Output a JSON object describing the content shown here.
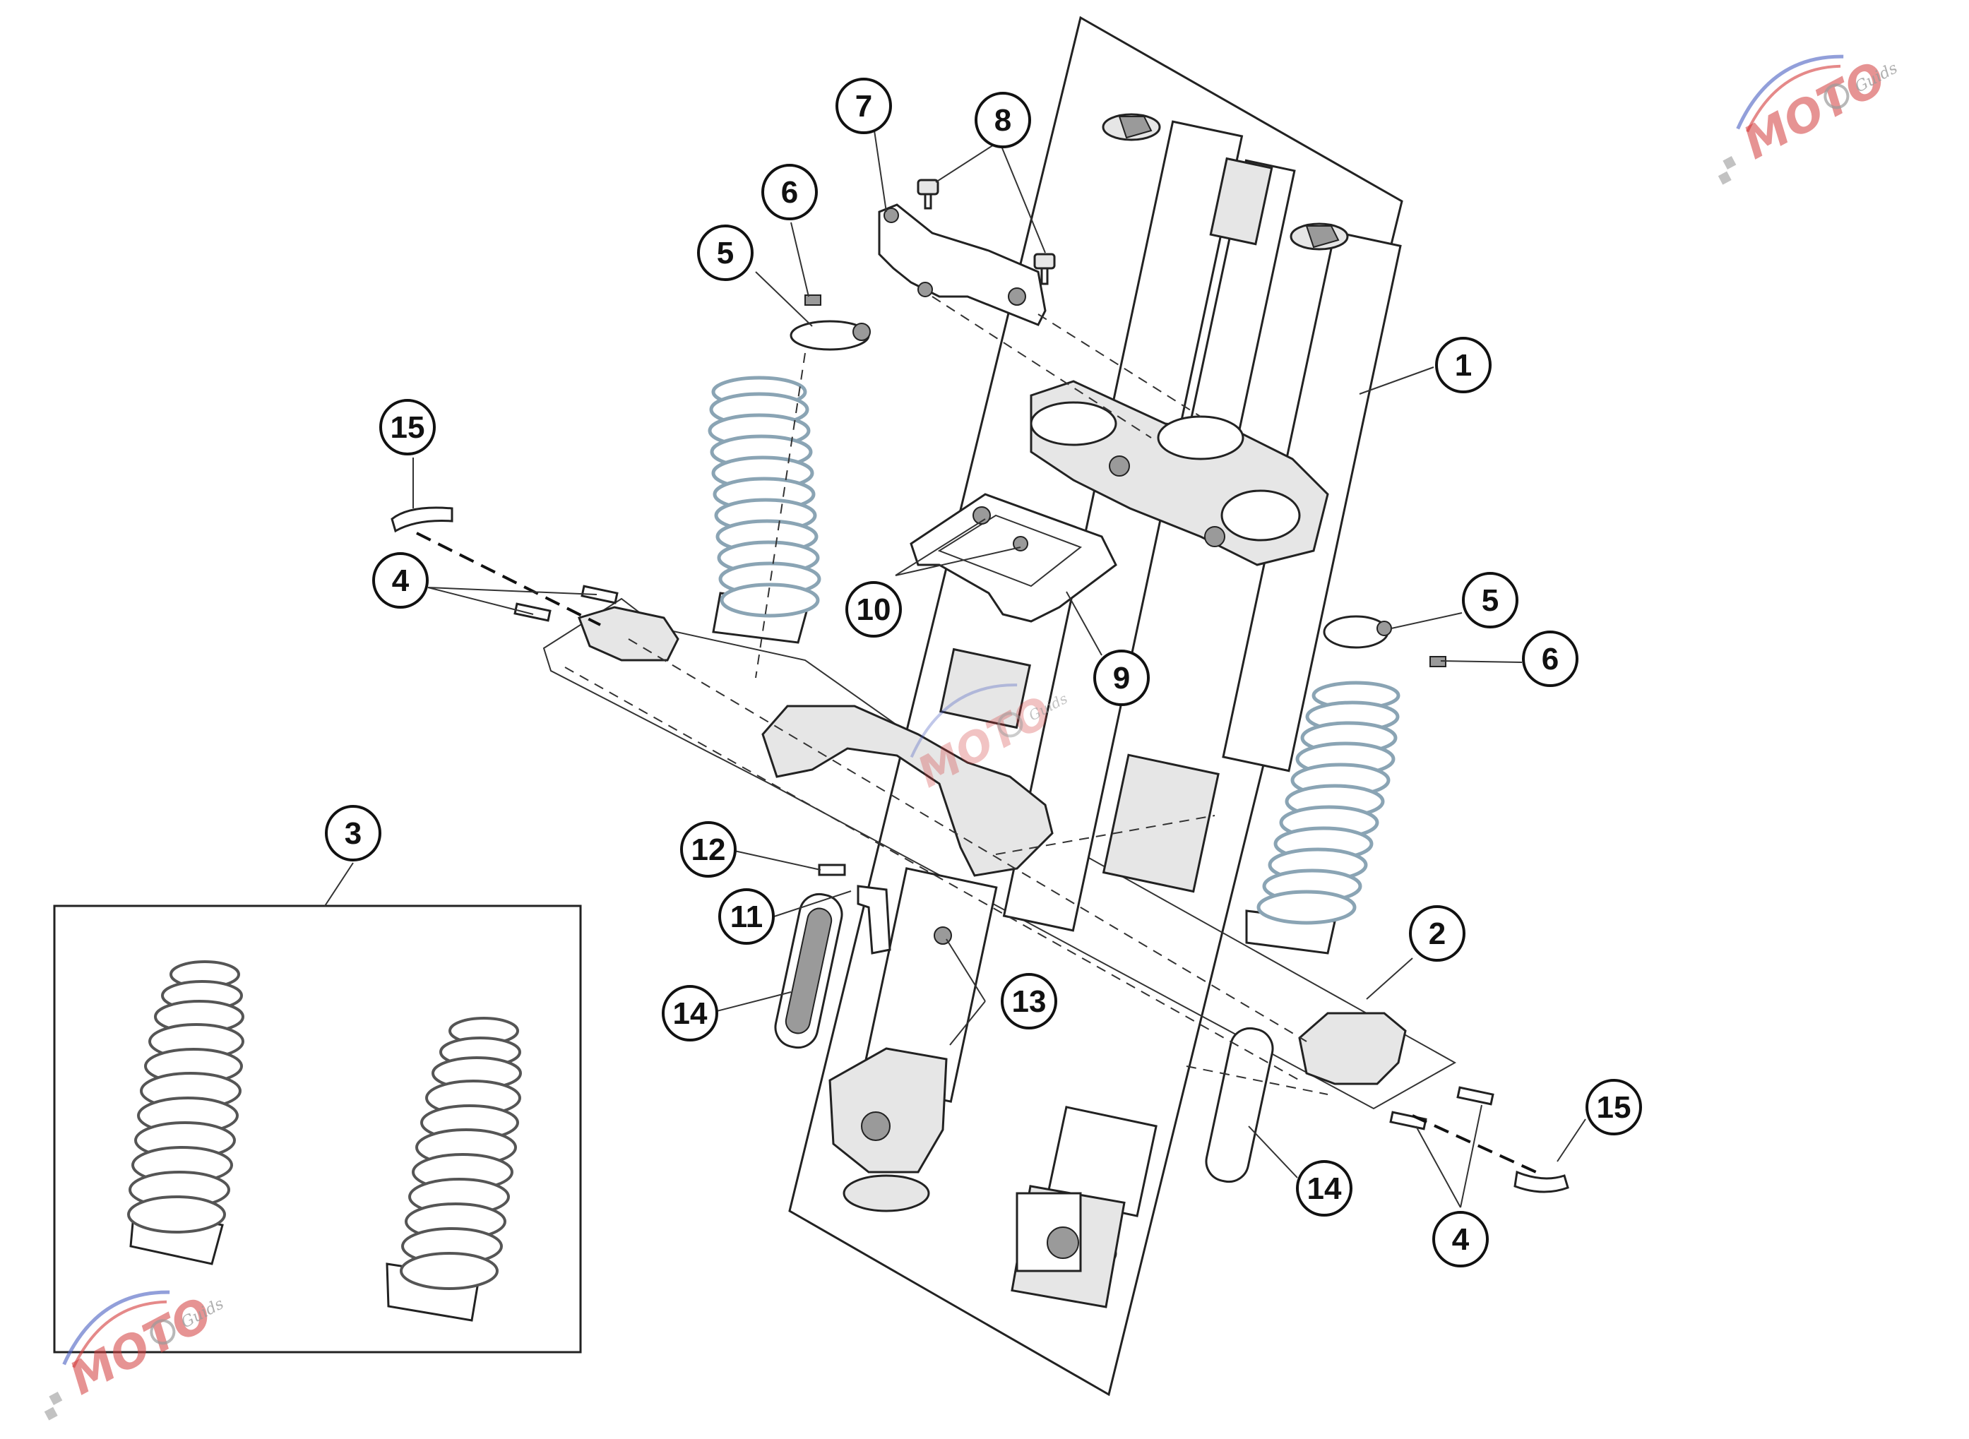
{
  "diagram": {
    "callouts": [
      {
        "id": "c1",
        "label": "1"
      },
      {
        "id": "c2",
        "label": "2"
      },
      {
        "id": "c3",
        "label": "3"
      },
      {
        "id": "c4a",
        "label": "4"
      },
      {
        "id": "c4b",
        "label": "4"
      },
      {
        "id": "c5a",
        "label": "5"
      },
      {
        "id": "c5b",
        "label": "5"
      },
      {
        "id": "c6a",
        "label": "6"
      },
      {
        "id": "c6b",
        "label": "6"
      },
      {
        "id": "c7",
        "label": "7"
      },
      {
        "id": "c8",
        "label": "8"
      },
      {
        "id": "c9",
        "label": "9"
      },
      {
        "id": "c10",
        "label": "10"
      },
      {
        "id": "c11",
        "label": "11"
      },
      {
        "id": "c12",
        "label": "12"
      },
      {
        "id": "c13",
        "label": "13"
      },
      {
        "id": "c14a",
        "label": "14"
      },
      {
        "id": "c14b",
        "label": "14"
      },
      {
        "id": "c15a",
        "label": "15"
      },
      {
        "id": "c15b",
        "label": "15"
      }
    ]
  },
  "watermark": {
    "logo_text": "MOTO",
    "sub_text": "Guids",
    "colors": {
      "red": "#d33b3b",
      "blue": "#4a5fc1",
      "grey": "#9a9a9a"
    }
  }
}
